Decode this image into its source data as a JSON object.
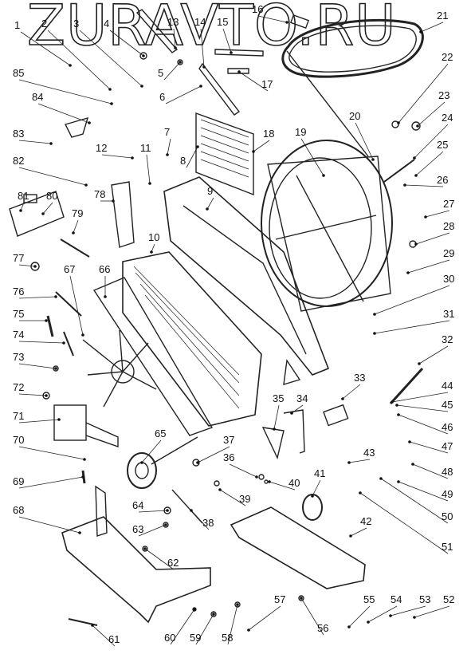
{
  "watermark": "ZURAVTO.RU",
  "callouts": [
    "1",
    "2",
    "3",
    "4",
    "5",
    "6",
    "7",
    "8",
    "9",
    "10",
    "11",
    "12",
    "13",
    "14",
    "15",
    "16",
    "17",
    "18",
    "19",
    "20",
    "21",
    "22",
    "23",
    "24",
    "25",
    "26",
    "27",
    "28",
    "29",
    "30",
    "31",
    "32",
    "33",
    "34",
    "35",
    "36",
    "37",
    "38",
    "39",
    "40",
    "41",
    "42",
    "43",
    "44",
    "45",
    "46",
    "47",
    "48",
    "49",
    "50",
    "51",
    "52",
    "53",
    "54",
    "55",
    "56",
    "57",
    "58",
    "59",
    "60",
    "61",
    "62",
    "63",
    "64",
    "65",
    "66",
    "67",
    "68",
    "69",
    "70",
    "71",
    "72",
    "73",
    "74",
    "75",
    "76",
    "77",
    "78",
    "79",
    "80",
    "81",
    "82",
    "83",
    "84",
    "85"
  ]
}
